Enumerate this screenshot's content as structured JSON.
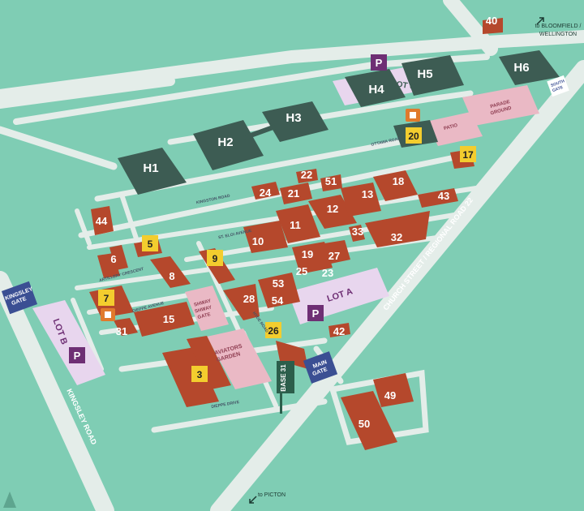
{
  "colors": {
    "land": "#7fcdb4",
    "road": "#e4ede9",
    "brick": "#b5482c",
    "hangar": "#3d5c53",
    "lot": "#e8d6ee",
    "pink": "#eab9c5",
    "yellow": "#f3cd2e",
    "purple": "#6e2f74",
    "blue": "#3b4f93",
    "green": "#2c5e4b"
  },
  "hangars": [
    "H1",
    "H2",
    "H3",
    "H4",
    "H5",
    "H6"
  ],
  "buildings": [
    "40",
    "22",
    "51",
    "24",
    "21",
    "18",
    "13",
    "12",
    "43",
    "44",
    "11",
    "33",
    "10",
    "32",
    "19",
    "27",
    "25",
    "23",
    "8",
    "6",
    "53",
    "28",
    "54",
    "15",
    "31",
    "42",
    "49",
    "50"
  ],
  "highlights": [
    "5",
    "9",
    "7",
    "26",
    "3",
    "17",
    "20"
  ],
  "gates": {
    "kingsley": "KINGSLEY GATE",
    "main": "MAIN GATE",
    "south": "SOUTH GATE"
  },
  "lots": {
    "a": "LOT A",
    "b": "LOT B",
    "c": "LOT C",
    "parking": "P"
  },
  "areas": {
    "patio": "PATIO",
    "parade": "PARADE GROUND",
    "aviators": "AVIATORS GARDEN",
    "shway": "SHWAY SHWAY GATE"
  },
  "streets": {
    "kingsley_road": "KINGSLEY ROAD",
    "church": "CHURCH STREET / REGIONAL ROAD 22",
    "kingston": "KINGSTON ROAD",
    "ottawa": "OTTAWA ROAD",
    "st_eloi": "ST. ELOI AVENUE",
    "artillery": "ARTILLERY CRESCENT",
    "dieppe_ave": "DIEPPE AVENUE",
    "dieppe_drive": "DIEPPE DRIVE",
    "hyde": "HYDE ROAD"
  },
  "directions": {
    "bloomfield": "to BLOOMFIELD / WELLINGTON",
    "picton": "to PICTON"
  },
  "flag": "BASE 31",
  "icons": {
    "restroom": "restroom-icon",
    "compass": "north-arrow-icon"
  }
}
